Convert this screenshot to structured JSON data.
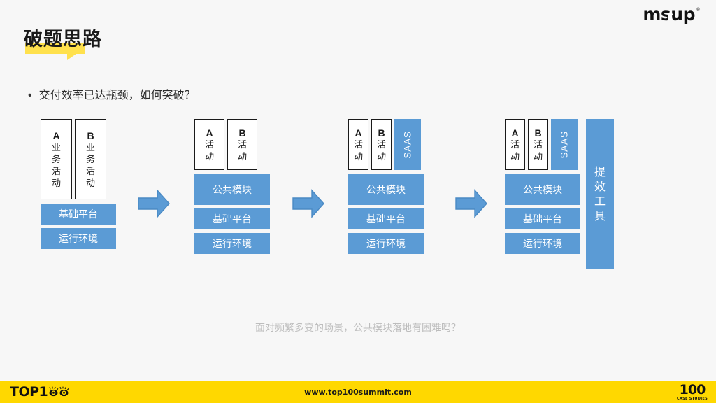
{
  "brand": {
    "logo_text": "msup",
    "logo_registered": "®"
  },
  "title": {
    "text": "破题思路"
  },
  "bullet": {
    "marker": "•",
    "text": "交付效率已达瓶颈，如何突破？"
  },
  "caption": {
    "text": "面对频繁多变的场景，公共模块落地有困难吗？"
  },
  "colors": {
    "background": "#f7f7f7",
    "blue_fill": "#5b9bd5",
    "blue_stroke": "#4a8ac4",
    "highlight_yellow": "#ffe14d",
    "footer_yellow": "#ffd800",
    "box_border": "#1a1a1a",
    "caption_gray": "#bdbdbd"
  },
  "diagram": {
    "arrow_icon": "right-arrow-icon",
    "groups": [
      {
        "id": "stage-1",
        "activities": [
          {
            "label": "A业务活动",
            "chars": [
              "A",
              "业",
              "务",
              "活",
              "动"
            ]
          },
          {
            "label": "B业务活动",
            "chars": [
              "B",
              "业",
              "务",
              "活",
              "动"
            ]
          }
        ],
        "saas": null,
        "layers": [
          "基础平台",
          "运行环境"
        ],
        "tool": null
      },
      {
        "id": "stage-2",
        "activities": [
          {
            "label": "A活动",
            "chars": [
              "A",
              "活",
              "动"
            ]
          },
          {
            "label": "B活动",
            "chars": [
              "B",
              "活",
              "动"
            ]
          }
        ],
        "saas": null,
        "layers": [
          "公共模块",
          "基础平台",
          "运行环境"
        ],
        "tool": null
      },
      {
        "id": "stage-3",
        "activities": [
          {
            "label": "A活动",
            "chars": [
              "A",
              "活",
              "动"
            ]
          },
          {
            "label": "B活动",
            "chars": [
              "B",
              "活",
              "动"
            ]
          }
        ],
        "saas": "SAAS",
        "layers": [
          "公共模块",
          "基础平台",
          "运行环境"
        ],
        "tool": null
      },
      {
        "id": "stage-4",
        "activities": [
          {
            "label": "A活动",
            "chars": [
              "A",
              "活",
              "动"
            ]
          },
          {
            "label": "B活动",
            "chars": [
              "B",
              "活",
              "动"
            ]
          }
        ],
        "saas": "SAAS",
        "layers": [
          "公共模块",
          "基础平台",
          "运行环境"
        ],
        "tool": {
          "label": "提效工具",
          "chars": [
            "提",
            "效",
            "工",
            "具"
          ]
        }
      }
    ]
  },
  "footer": {
    "left_logo_text": "TOP1",
    "left_logo_icon": "owl-eyes-icon",
    "url": "www.top100summit.com",
    "right_logo_number": "100",
    "right_logo_caption": "CASE STUDIES"
  }
}
